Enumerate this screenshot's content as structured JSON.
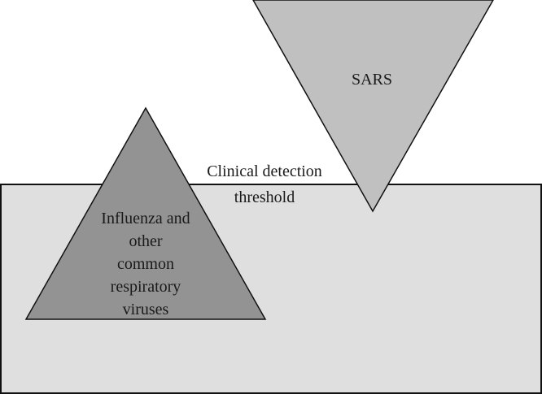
{
  "diagram": {
    "type": "iceberg-detection-threshold",
    "threshold_region": {
      "label_line1": "Clinical detection",
      "label_line2": "threshold",
      "fill": "#dfdfdf"
    },
    "influenza_triangle": {
      "lines": [
        "Influenza and",
        "other",
        "common",
        "respiratory",
        "viruses"
      ],
      "fill": "#939393"
    },
    "sars_triangle": {
      "label": "SARS",
      "fill": "#c0c0c0"
    },
    "stroke": "#111111"
  }
}
